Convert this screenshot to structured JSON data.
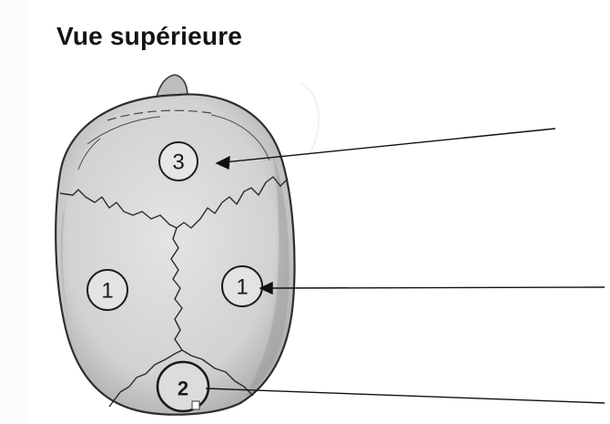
{
  "title": "Vue supérieure",
  "labels": {
    "frontal": "3",
    "parietal_left": "1",
    "parietal_right": "1",
    "occipital": "2"
  }
}
